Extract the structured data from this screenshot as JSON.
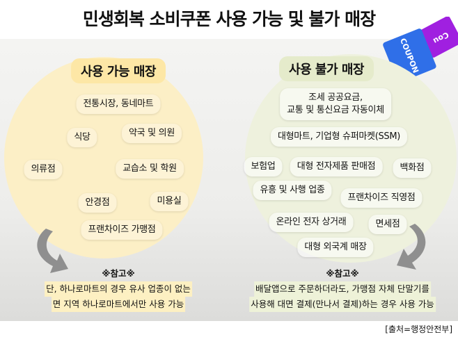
{
  "title": "민생회복 소비쿠폰 사용 가능 및 불가 매장",
  "coupon_logo": "COUPON",
  "colors": {
    "available_bg": "#fcefc6",
    "unavailable_bg": "#eef1dd",
    "coupon_blue": "#2f6fe8",
    "coupon_purple": "#a020e0"
  },
  "available": {
    "heading": "사용 가능 매장",
    "items": [
      "전통시장, 동네마트",
      "식당",
      "약국 및 의원",
      "의류점",
      "교습소 및 학원",
      "안경점",
      "미용실",
      "프랜차이즈 가맹점"
    ],
    "note_title": "※참고※",
    "note_lines": [
      "단, 하나로마트의 경우 유사 업종이 없는",
      "면 지역 하나로마트에서만 사용 가능"
    ]
  },
  "unavailable": {
    "heading": "사용 불가 매장",
    "items": [
      "조세 공공요금,",
      "교통 및 통신요금 자동이체",
      "대형마트, 기업형 슈퍼마켓(SSM)",
      "보험업",
      "대형 전자제품 판매점",
      "백화점",
      "유흥 및 사행 업종",
      "프랜차이즈 직영점",
      "온라인 전자 상거래",
      "면세점",
      "대형 외국계 매장"
    ],
    "note_title": "※참고※",
    "note_lines": [
      "배달앱으로 주문하더라도, 가맹점 자체 단말기를",
      "사용해 대면 결제(만나서 결제)하는 경우 사용 가능"
    ]
  },
  "source": "[출처=행정안전부]"
}
